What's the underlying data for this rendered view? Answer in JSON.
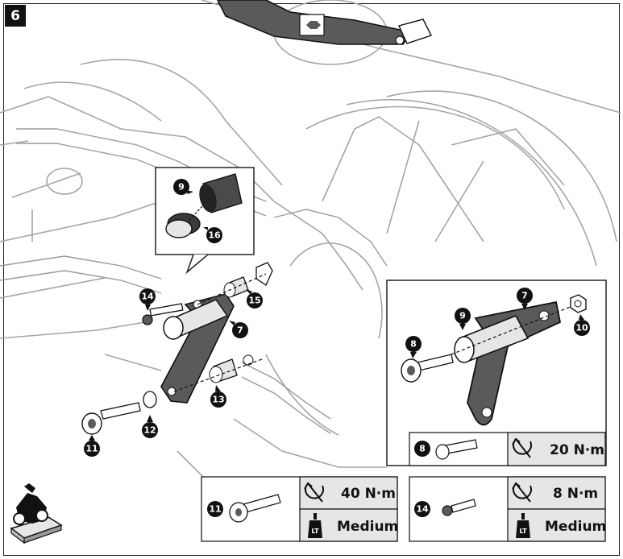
{
  "step": "6",
  "callouts": {
    "c7": "7",
    "c8": "8",
    "c9": "9",
    "c10": "10",
    "c11": "11",
    "c12": "12",
    "c13": "13",
    "c14": "14",
    "c15": "15",
    "c16": "16"
  },
  "torque_boxes": [
    {
      "part": "8",
      "torque": "20 N·m"
    },
    {
      "part": "11",
      "torque": "40 N·m",
      "threadlock": "Medium",
      "threadlock_badge": "LT"
    },
    {
      "part": "14",
      "torque": "8 N·m",
      "threadlock": "Medium",
      "threadlock_badge": "LT"
    }
  ],
  "icons": [
    "torque-wrench-icon",
    "threadlock-bottle-icon",
    "motorcycle-service-icon"
  ],
  "colors": {
    "ink": "#111111",
    "part_gray": "#5a5a5a",
    "sketch": "#9a9a9a",
    "panel_bg": "#e6e6e6"
  }
}
